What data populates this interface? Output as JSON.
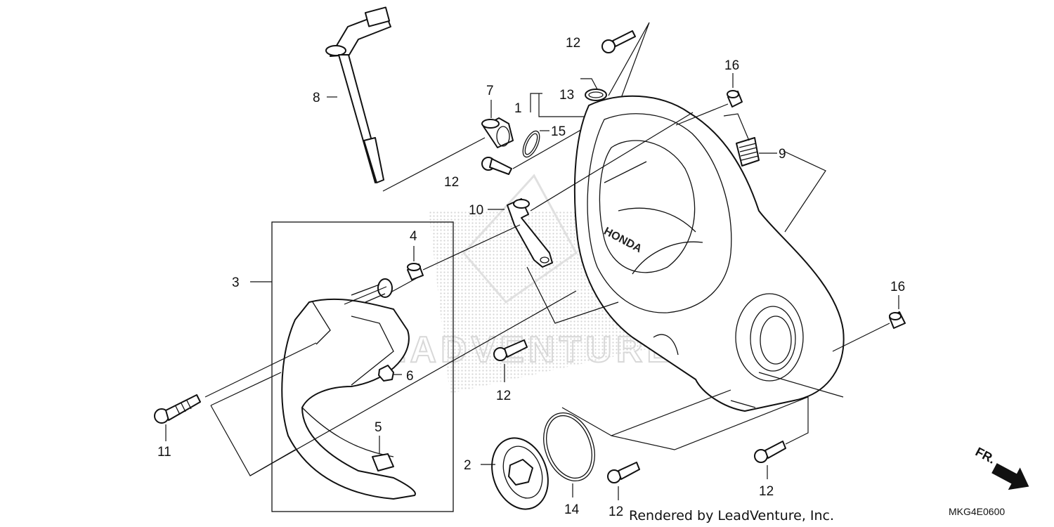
{
  "diagram": {
    "callouts": {
      "c1": "1",
      "c2": "2",
      "c3": "3",
      "c4": "4",
      "c5": "5",
      "c6": "6",
      "c7": "7",
      "c8": "8",
      "c9": "9",
      "c10": "10",
      "c11": "11",
      "c12a": "12",
      "c12b": "12",
      "c12c": "12",
      "c12d": "12",
      "c12e": "12",
      "c13": "13",
      "c14": "14",
      "c15": "15",
      "c16a": "16",
      "c16b": "16"
    },
    "watermark_text": "LEADVENTURE",
    "credit": "Rendered by LeadVenture, Inc.",
    "diagram_code": "MKG4E0600",
    "front_label": "FR."
  }
}
